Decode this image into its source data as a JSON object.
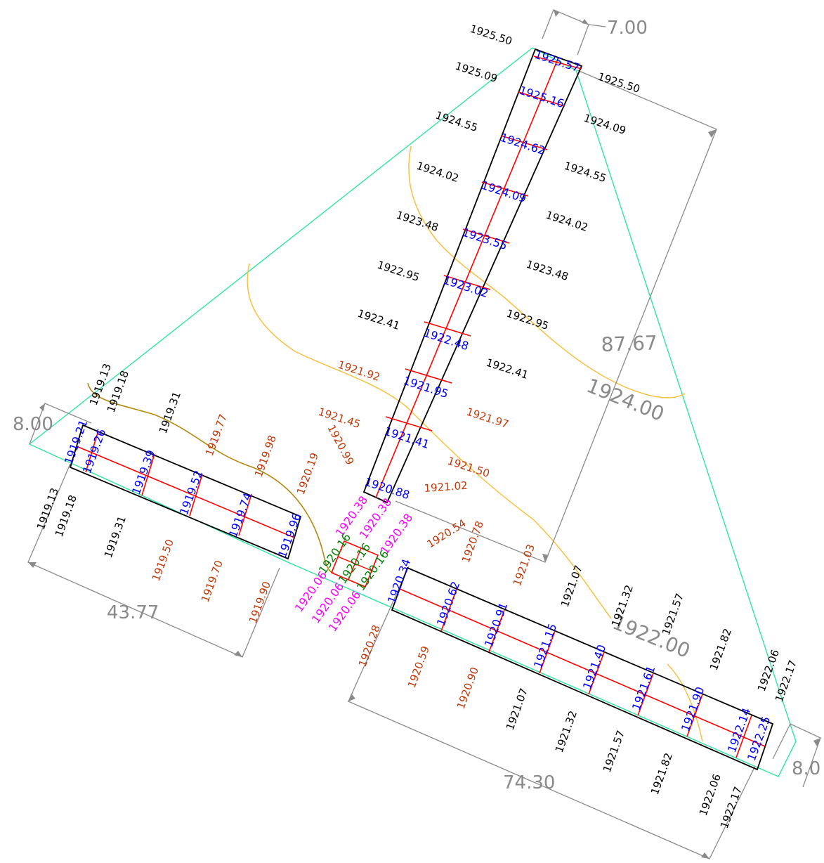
{
  "dimensions": {
    "top_width": "7.00",
    "top_length": "87.67",
    "left_width": "8.00",
    "left_length": "43.77",
    "right_width": "8.0",
    "right_length": "74.30"
  },
  "contours": {
    "c1924": "1924.00",
    "c1922": "1922.00"
  },
  "labels": {
    "black": [
      "1925.50",
      "1925.09",
      "1924.55",
      "1924.02",
      "1923.48",
      "1922.95",
      "1922.41",
      "1925.50",
      "1924.09",
      "1924.55",
      "1924.02",
      "1923.48",
      "1922.95",
      "1922.41",
      "1919.13",
      "1919.18",
      "1919.31",
      "1919.13",
      "1919.18",
      "1919.31",
      "1921.07",
      "1921.32",
      "1921.57",
      "1921.82",
      "1922.06",
      "1922.17",
      "1921.07",
      "1921.32",
      "1921.57",
      "1921.82",
      "1922.06",
      "1922.17"
    ],
    "blue": [
      "1925.57",
      "1925.16",
      "1924.62",
      "1924.09",
      "1923.55",
      "1923.02",
      "1922.48",
      "1921.95",
      "1921.41",
      "1920.88",
      "1919.21",
      "1919.26",
      "1919.39",
      "1919.52",
      "1919.74",
      "1919.96",
      "1920.34",
      "1920.62",
      "1920.91",
      "1921.15",
      "1921.40",
      "1921.61",
      "1921.90",
      "1922.14",
      "1922.25"
    ],
    "rust": [
      "1921.92",
      "1921.45",
      "1920.99",
      "1921.97",
      "1921.50",
      "1921.02",
      "1920.54",
      "1920.78",
      "1921.03",
      "1919.77",
      "1919.98",
      "1920.19",
      "1919.50",
      "1919.70",
      "1919.90",
      "1920.28",
      "1920.59",
      "1920.90"
    ],
    "magenta": [
      "1920.38",
      "1920.38",
      "1920.38",
      "1920.06",
      "1920.06",
      "1920.06"
    ],
    "green": [
      "1920.16",
      "1920.16",
      "1920.16"
    ]
  },
  "colors": {
    "outline": "#000000",
    "centerline": "#ff0000",
    "boundary": "#2ee6a0",
    "contour": "#f5c242",
    "contour_dark": "#b08a10",
    "dimension": "#8a8a8a"
  }
}
